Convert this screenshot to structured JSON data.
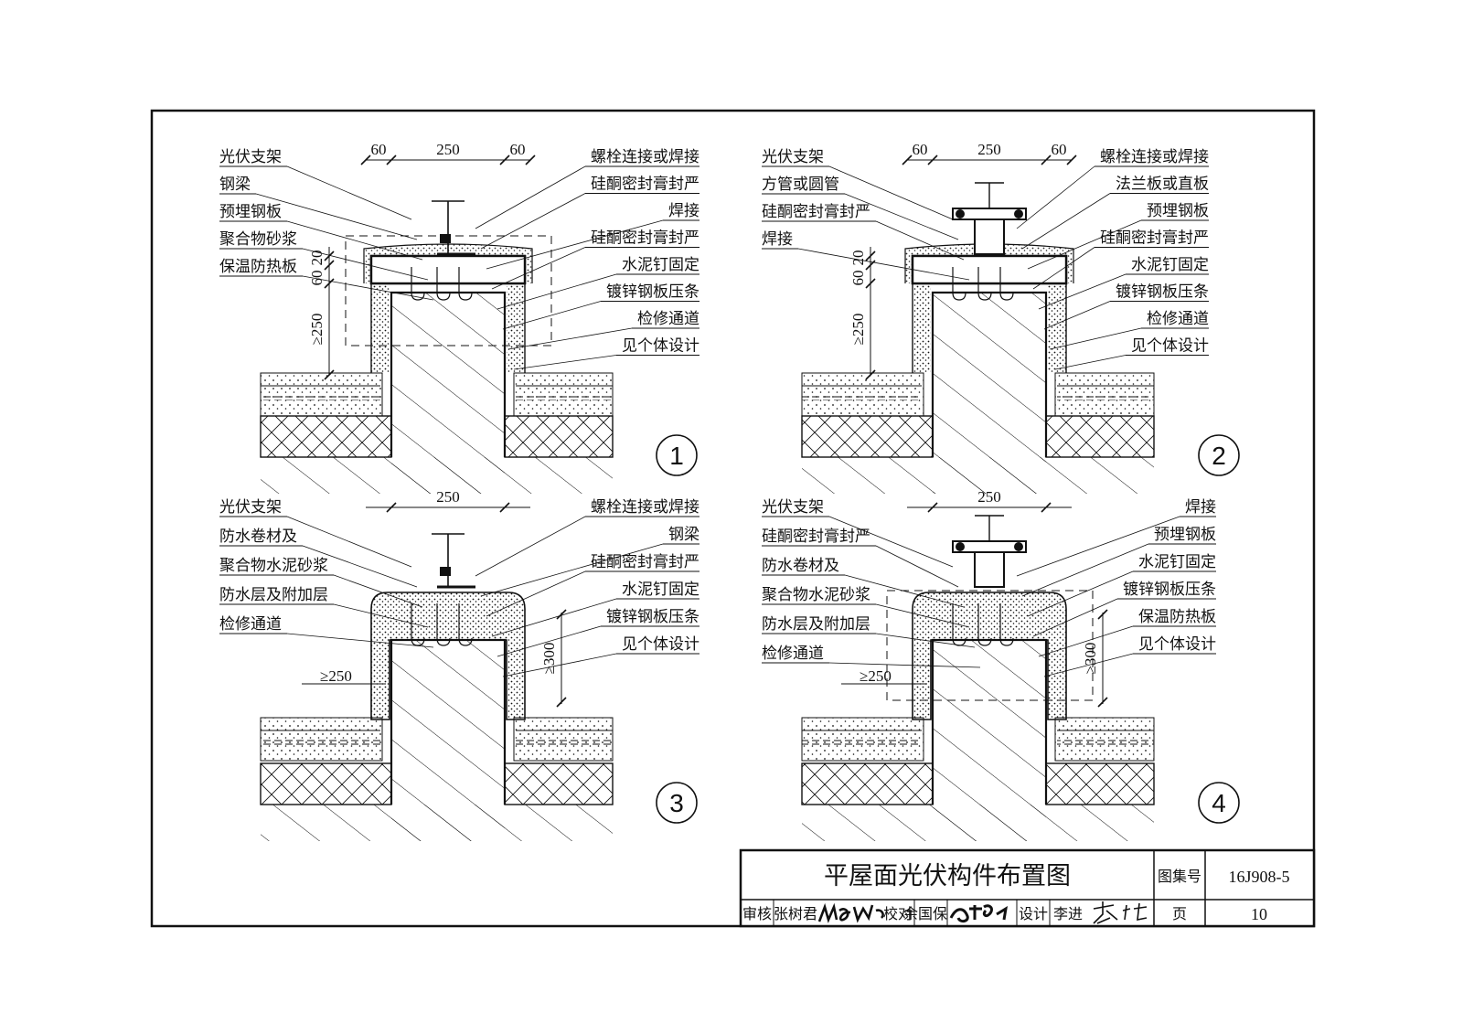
{
  "details": [
    {
      "number": "1",
      "dims_top": [
        "60",
        "250",
        "60"
      ],
      "dims_side": [
        "20",
        "60",
        "≥250"
      ],
      "labels_left": [
        "光伏支架",
        "钢梁",
        "预埋钢板",
        "聚合物砂浆",
        "保温防热板"
      ],
      "labels_right": [
        "螺栓连接或焊接",
        "硅酮密封膏封严",
        "焊接",
        "硅酮密封膏封严",
        "水泥钉固定",
        "镀锌钢板压条",
        "检修通道",
        "见个体设计"
      ]
    },
    {
      "number": "2",
      "dims_top": [
        "60",
        "250",
        "60"
      ],
      "dims_side": [
        "20",
        "60",
        "≥250"
      ],
      "labels_left": [
        "光伏支架",
        "方管或圆管",
        "硅酮密封膏封严",
        "焊接"
      ],
      "labels_right": [
        "螺栓连接或焊接",
        "法兰板或直板",
        "预埋钢板",
        "硅酮密封膏封严",
        "水泥钉固定",
        "镀锌钢板压条",
        "检修通道",
        "见个体设计"
      ]
    },
    {
      "number": "3",
      "dims_top": [
        "250"
      ],
      "dims_side": [
        "≥250",
        "≥300"
      ],
      "labels_left": [
        "光伏支架",
        "防水卷材及",
        "聚合物水泥砂浆",
        "防水层及附加层",
        "检修通道"
      ],
      "labels_right": [
        "螺栓连接或焊接",
        "钢梁",
        "硅酮密封膏封严",
        "水泥钉固定",
        "镀锌钢板压条",
        "见个体设计"
      ]
    },
    {
      "number": "4",
      "dims_top": [
        "250"
      ],
      "dims_side": [
        "≥250",
        "≥300"
      ],
      "labels_left": [
        "光伏支架",
        "硅酮密封膏封严",
        "防水卷材及",
        "聚合物水泥砂浆",
        "防水层及附加层",
        "检修通道"
      ],
      "labels_right": [
        "焊接",
        "预埋钢板",
        "水泥钉固定",
        "镀锌钢板压条",
        "保温防热板",
        "见个体设计"
      ]
    }
  ],
  "title_block": {
    "title": "平屋面光伏构件布置图",
    "atlas_label": "图集号",
    "atlas_code": "16J908-5",
    "review_label": "审核",
    "reviewer": "张树君",
    "check_label": "校对",
    "checker": "余国保",
    "design_label": "设计",
    "designer": "李进",
    "page_label": "页",
    "page_number": "10"
  },
  "colors": {
    "line": "#111111",
    "background": "#ffffff"
  }
}
